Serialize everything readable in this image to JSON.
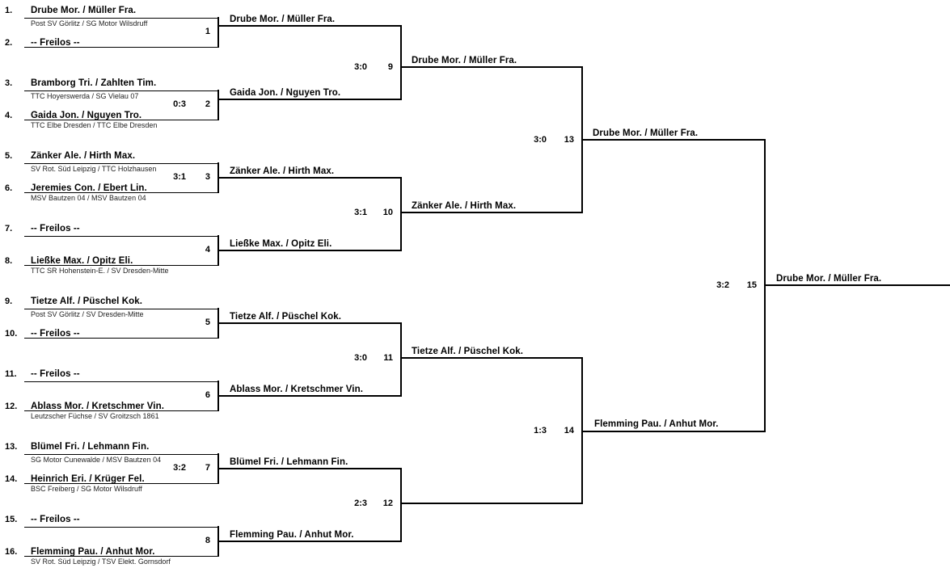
{
  "tournament": {
    "type": "single-elimination",
    "rounds": 4,
    "entrants": 16,
    "champion": "Drube Mor. / Müller Fra.",
    "bye_label": "-- Freilos --"
  },
  "round1": {
    "entries": [
      {
        "seed": "1.",
        "player": "Drube Mor. / Müller Fra.",
        "club": "Post SV Görlitz / SG Motor Wilsdruff"
      },
      {
        "seed": "2.",
        "player": "-- Freilos --",
        "club": ""
      },
      {
        "seed": "3.",
        "player": "Bramborg Tri. / Zahlten Tim.",
        "club": "TTC Hoyerswerda / SG Vielau 07"
      },
      {
        "seed": "4.",
        "player": "Gaida Jon. / Nguyen Tro.",
        "club": "TTC Elbe Dresden / TTC Elbe Dresden"
      },
      {
        "seed": "5.",
        "player": "Zänker Ale. / Hirth Max.",
        "club": "SV Rot. Süd Leipzig / TTC Holzhausen"
      },
      {
        "seed": "6.",
        "player": "Jeremies Con. / Ebert Lin.",
        "club": "MSV Bautzen 04 / MSV Bautzen 04"
      },
      {
        "seed": "7.",
        "player": "-- Freilos --",
        "club": ""
      },
      {
        "seed": "8.",
        "player": "Ließke Max. / Opitz Eli.",
        "club": "TTC SR Hohenstein-E. / SV Dresden-Mitte"
      },
      {
        "seed": "9.",
        "player": "Tietze Alf. / Püschel Kok.",
        "club": "Post SV Görlitz / SV Dresden-Mitte"
      },
      {
        "seed": "10.",
        "player": "-- Freilos --",
        "club": ""
      },
      {
        "seed": "11.",
        "player": "-- Freilos --",
        "club": ""
      },
      {
        "seed": "12.",
        "player": "Ablass Mor. / Kretschmer Vin.",
        "club": "Leutzscher Füchse / SV Groitzsch 1861"
      },
      {
        "seed": "13.",
        "player": "Blümel Fri. / Lehmann Fin.",
        "club": "SG Motor Cunewalde / MSV Bautzen 04"
      },
      {
        "seed": "14.",
        "player": "Heinrich Eri. / Krüger Fel.",
        "club": "BSC Freiberg / SG Motor Wilsdruff"
      },
      {
        "seed": "15.",
        "player": "-- Freilos --",
        "club": ""
      },
      {
        "seed": "16.",
        "player": "Flemming Pau. / Anhut Mor.",
        "club": "SV Rot. Süd Leipzig / TSV Elekt. Gornsdorf"
      }
    ],
    "matches": [
      {
        "no": "1",
        "score": "",
        "winner": "Drube Mor. / Müller Fra."
      },
      {
        "no": "2",
        "score": "0:3",
        "winner": "Gaida Jon. / Nguyen Tro."
      },
      {
        "no": "3",
        "score": "3:1",
        "winner": "Zänker Ale. / Hirth Max."
      },
      {
        "no": "4",
        "score": "",
        "winner": "Ließke Max. / Opitz Eli."
      },
      {
        "no": "5",
        "score": "",
        "winner": "Tietze Alf. / Püschel Kok."
      },
      {
        "no": "6",
        "score": "",
        "winner": "Ablass Mor. / Kretschmer Vin."
      },
      {
        "no": "7",
        "score": "3:2",
        "winner": "Blümel Fri. / Lehmann Fin."
      },
      {
        "no": "8",
        "score": "",
        "winner": "Flemming Pau. / Anhut Mor."
      }
    ]
  },
  "round2": {
    "matches": [
      {
        "no": "9",
        "score": "3:0",
        "top": "Drube Mor. / Müller Fra.",
        "bottom": "Gaida Jon. / Nguyen Tro.",
        "winner": "Drube Mor. / Müller Fra."
      },
      {
        "no": "10",
        "score": "3:1",
        "top": "Zänker Ale. / Hirth Max.",
        "bottom": "Ließke Max. / Opitz Eli.",
        "winner": "Zänker Ale. / Hirth Max."
      },
      {
        "no": "11",
        "score": "3:0",
        "top": "Tietze Alf. / Püschel Kok.",
        "bottom": "Ablass Mor. / Kretschmer Vin.",
        "winner": "Tietze Alf. / Püschel Kok."
      },
      {
        "no": "12",
        "score": "2:3",
        "top": "Blümel Fri. / Lehmann Fin.",
        "bottom": "Flemming Pau. / Anhut Mor.",
        "winner": "Flemming Pau. / Anhut Mor."
      }
    ]
  },
  "round3": {
    "matches": [
      {
        "no": "13",
        "score": "3:0",
        "top": "Drube Mor. / Müller Fra.",
        "bottom": "Zänker Ale. / Hirth Max.",
        "winner": "Drube Mor. / Müller Fra."
      },
      {
        "no": "14",
        "score": "1:3",
        "top": "Tietze Alf. / Püschel Kok.",
        "bottom": "Flemming Pau. / Anhut Mor.",
        "winner": "Flemming Pau. / Anhut Mor."
      }
    ]
  },
  "round4": {
    "matches": [
      {
        "no": "15",
        "score": "3:2",
        "top": "Drube Mor. / Müller Fra.",
        "bottom": "Flemming Pau. / Anhut Mor.",
        "winner": "Drube Mor. / Müller Fra."
      }
    ]
  }
}
